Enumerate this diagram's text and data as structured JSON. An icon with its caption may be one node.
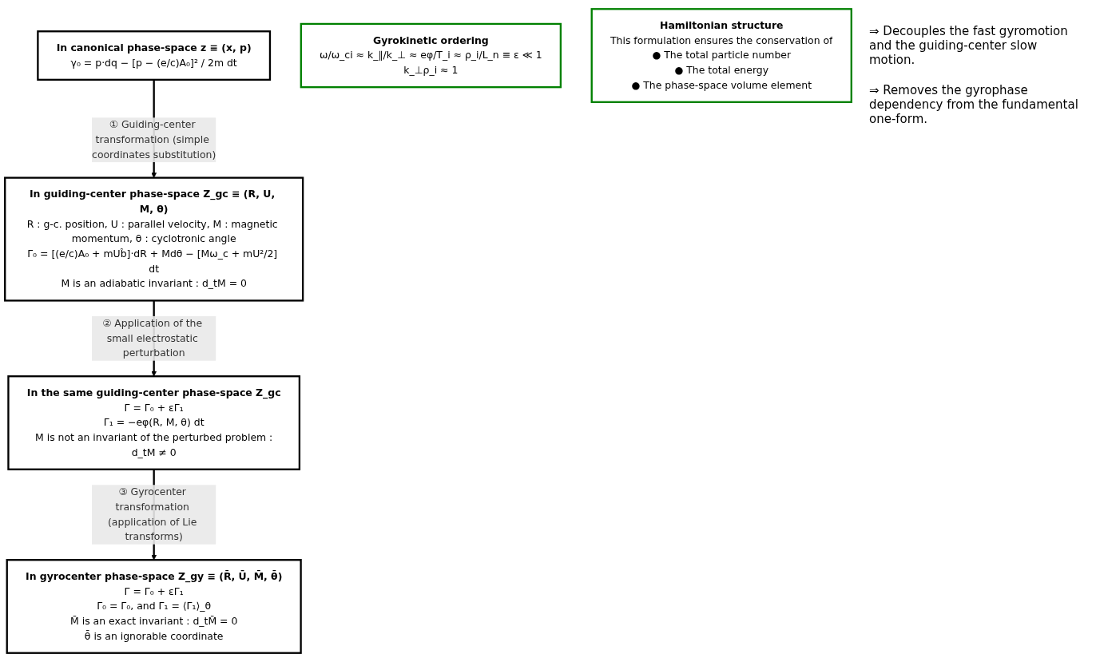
{
  "diagram": {
    "nodes": [
      {
        "text": [
          "In canonical phase-space z ≡ (x, p)",
          "γ₀ = p·dq − [p − (e/c)A₀]² / 2m dt"
        ]
      },
      {
        "text": [
          "In guiding-center phase-space Z_gc ≡ (R, U, M, θ)",
          "R : g-c. position, U : parallel velocity, M : magnetic momentum, θ : cyclotronic angle",
          "Γ₀ = [(e/c)A₀ + mUb̂]·dR + Mdθ − [Mω_c + mU²/2] dt",
          "M is an adiabatic invariant : d_tM = 0"
        ]
      },
      {
        "text": [
          "In the same guiding-center phase-space Z_gc",
          "Γ = Γ₀ + εΓ₁",
          "Γ₁ = −eφ(R, M, θ) dt",
          "M is not an invariant of the perturbed problem :",
          "d_tM ≠ 0"
        ]
      },
      {
        "text": [
          "In gyrocenter phase-space Z_gy ≡ (R̄, Ū, M̄, θ̄)",
          "Γ̄ = Γ̄₀ + εΓ̄₁",
          "Γ̄₀ = Γ₀, and Γ̄₁ = ⟨Γ₁⟩_θ",
          "M̄ is an exact invariant : d_tM̄ = 0",
          "θ̄ is an ignorable coordinate"
        ]
      },
      {
        "text": [
          "Gyrokinetic ordering",
          "ω/ω_ci ≈ k_∥/k_⊥ ≈ eφ/T_i ≈ ρ_i/L_n ≡ ε ≪ 1",
          "k_⊥ρ_i ≈ 1"
        ]
      },
      {
        "text": [
          "Hamiltonian structure",
          "This formulation ensures the conservation of",
          "● The total particle number",
          "● The total energy",
          "● The phase-space volume element"
        ]
      }
    ],
    "edges": [
      {
        "from": 0,
        "to": 1,
        "arrow": "to",
        "label": "① Guiding-center transformation (simple coordinates substitution)"
      },
      {
        "from": 1,
        "to": 2,
        "arrow": "to",
        "label": "② Application of the small electrostatic perturbation"
      },
      {
        "from": 2,
        "to": 3,
        "arrow": "to",
        "label": "③ Gyrocenter transformation (application of Lie transforms)"
      }
    ],
    "labels": [
      "⇒ Decouples the fast gyromotion and the guiding-center slow motion.",
      "⇒ Removes the gyrophase dependency from the fundamental one-form."
    ]
  }
}
